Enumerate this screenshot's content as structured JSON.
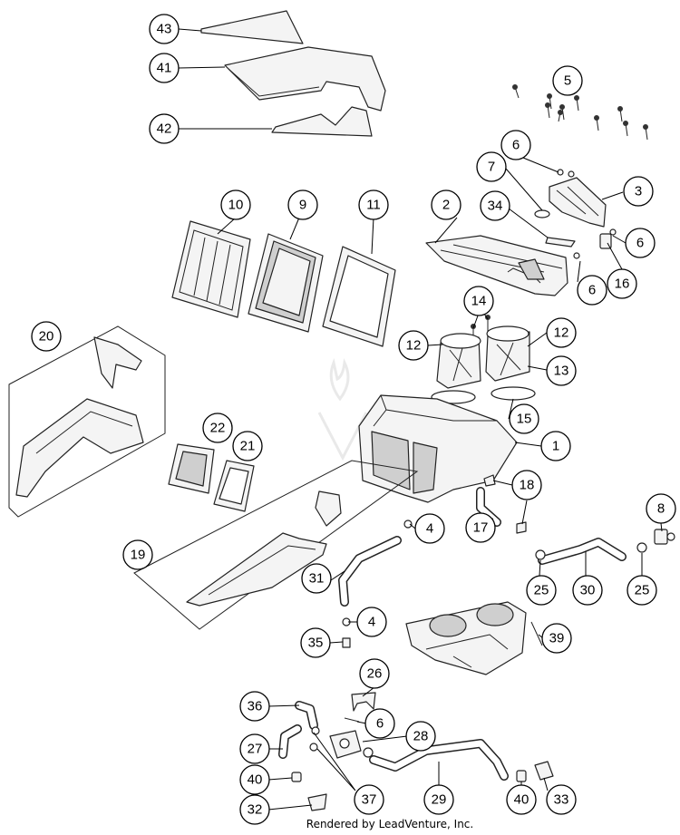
{
  "diagram": {
    "callouts": [
      "43",
      "41",
      "42",
      "5",
      "6",
      "7",
      "3",
      "10",
      "9",
      "11",
      "2",
      "34",
      "6",
      "16",
      "6",
      "20",
      "14",
      "12",
      "12",
      "13",
      "15",
      "1",
      "22",
      "21",
      "18",
      "8",
      "4",
      "17",
      "19",
      "31",
      "25",
      "30",
      "25",
      "4",
      "35",
      "39",
      "26",
      "36",
      "6",
      "28",
      "27",
      "40",
      "37",
      "29",
      "40",
      "33",
      "32"
    ]
  },
  "footer": {
    "text": "Rendered by LeadVenture, Inc."
  },
  "colors": {
    "line": "#222222",
    "fill": "#f4f4f4",
    "watermark": "#dcdcdc"
  }
}
